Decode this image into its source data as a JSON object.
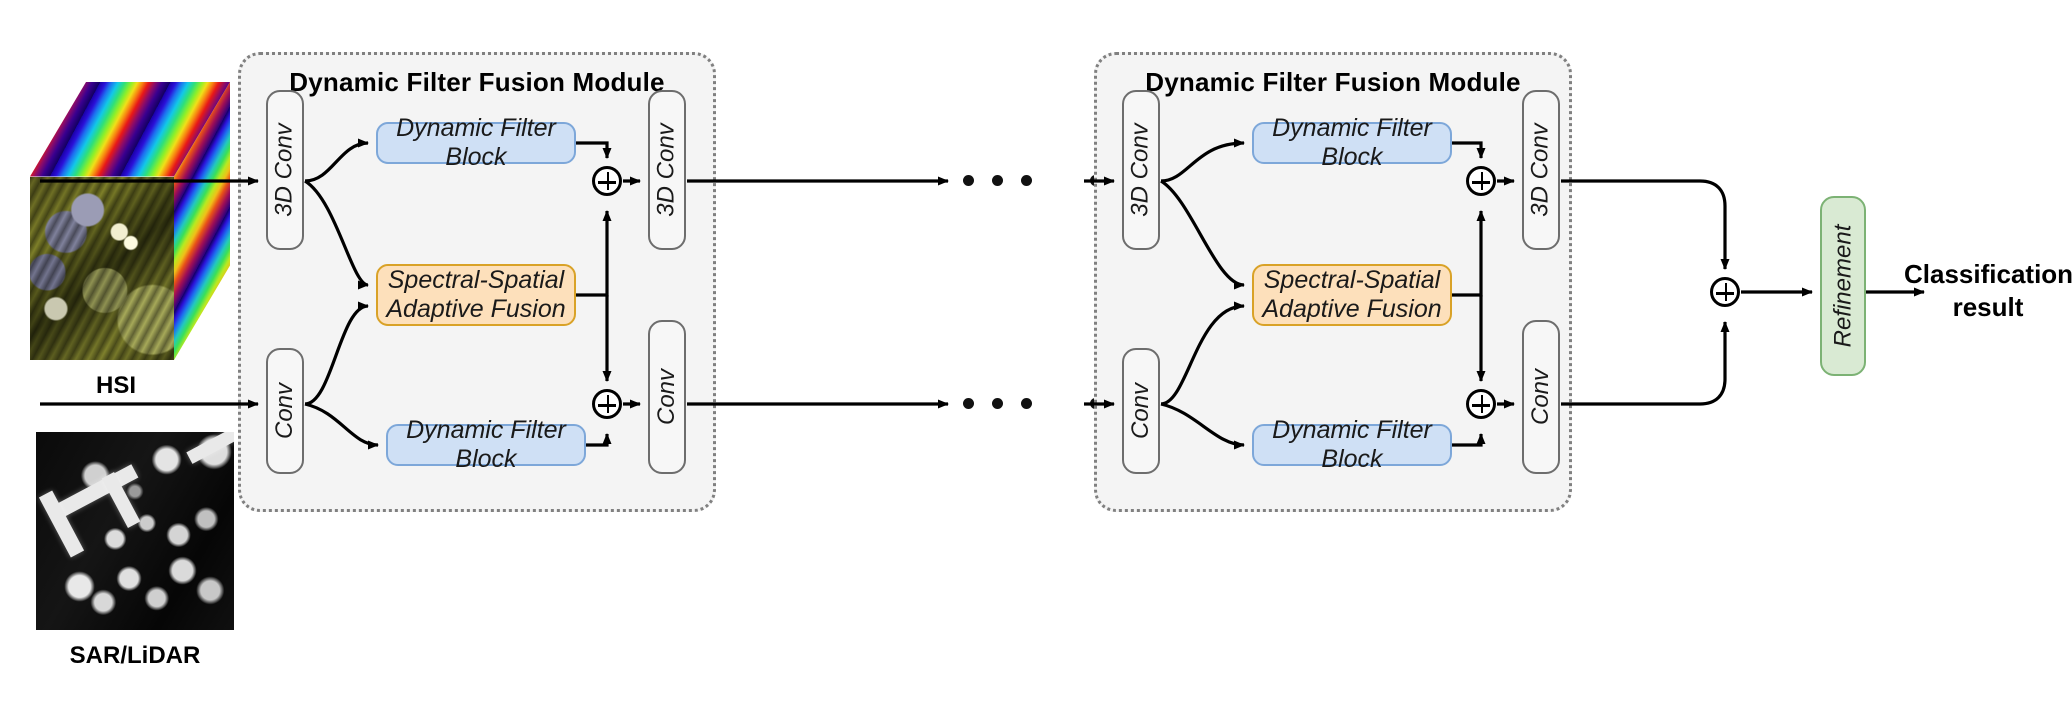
{
  "figure": {
    "type": "diagram",
    "subject": "Dynamic filter fusion network for HSI and SAR/LiDAR classification"
  },
  "inputs": [
    {
      "id": "hsi",
      "caption": "HSI",
      "icon": "hyperspectral-cube-image"
    },
    {
      "id": "sar",
      "caption": "SAR/LiDAR",
      "icon": "grayscale-sar-lidar-image"
    }
  ],
  "modules": [
    {
      "id": "dffm-1",
      "title": "Dynamic Filter Fusion Module",
      "top_encoder": "3D Conv",
      "bottom_encoder": "Conv",
      "top_branch": "Dynamic Filter Block",
      "bottom_branch": "Dynamic Filter Block",
      "fusion": "Spectral-Spatial\nAdaptive Fusion",
      "fusion_line1": "Spectral-Spatial",
      "fusion_line2": "Adaptive Fusion",
      "top_decoder": "3D Conv",
      "bottom_decoder": "Conv"
    },
    {
      "id": "dffm-2",
      "title": "Dynamic Filter Fusion Module",
      "top_encoder": "3D Conv",
      "bottom_encoder": "Conv",
      "top_branch": "Dynamic Filter Block",
      "bottom_branch": "Dynamic Filter Block",
      "fusion_line1": "Spectral-Spatial",
      "fusion_line2": "Adaptive Fusion",
      "top_decoder": "3D Conv",
      "bottom_decoder": "Conv"
    }
  ],
  "skip": {
    "label": "repeat-ellipsis",
    "dots_per_group": 3,
    "groups": 2
  },
  "head": {
    "refinement": "Refinement",
    "output_line1": "Classification",
    "output_line2": "result"
  },
  "operators": {
    "add": "⊕",
    "add_name": "element-wise-addition"
  },
  "colors": {
    "module_fill": "#f4f4f4",
    "module_border": "#808080",
    "dynamic_block_fill": "#cfe0f5",
    "dynamic_block_border": "#7da7d9",
    "fusion_fill": "#fde0bb",
    "fusion_border": "#d9a227",
    "refinement_fill": "#d9ead3",
    "refinement_border": "#7cb274",
    "conv_border": "#6d6d6d",
    "arrow": "#000000"
  }
}
